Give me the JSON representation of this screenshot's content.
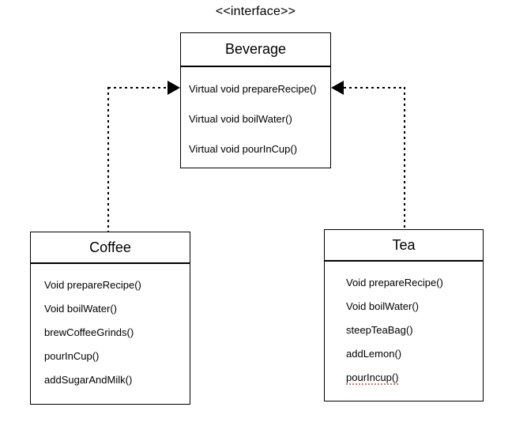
{
  "diagram": {
    "stereotype": "<<interface>>",
    "beverage": {
      "title": "Beverage",
      "methods": [
        "Virtual void prepareRecipe()",
        "Virtual void boilWater()",
        "Virtual void pourInCup()"
      ]
    },
    "coffee": {
      "title": "Coffee",
      "methods": [
        "Void prepareRecipe()",
        "Void boilWater()",
        "brewCoffeeGrinds()",
        "pourInCup()",
        "addSugarAndMilk()"
      ]
    },
    "tea": {
      "title": "Tea",
      "methods": [
        "Void prepareRecipe()",
        "Void boilWater()",
        "steepTeaBag()",
        "addLemon()",
        "pourIncup()"
      ]
    },
    "relationships": [
      {
        "from": "Coffee",
        "to": "Beverage",
        "style": "dashed-line-solid-arrowhead"
      },
      {
        "from": "Tea",
        "to": "Beverage",
        "style": "dashed-line-solid-arrowhead"
      }
    ],
    "colors": {
      "background": "#ffffff",
      "line": "#000000",
      "text": "#000000",
      "spellcheck_underline": "#e57373"
    }
  }
}
